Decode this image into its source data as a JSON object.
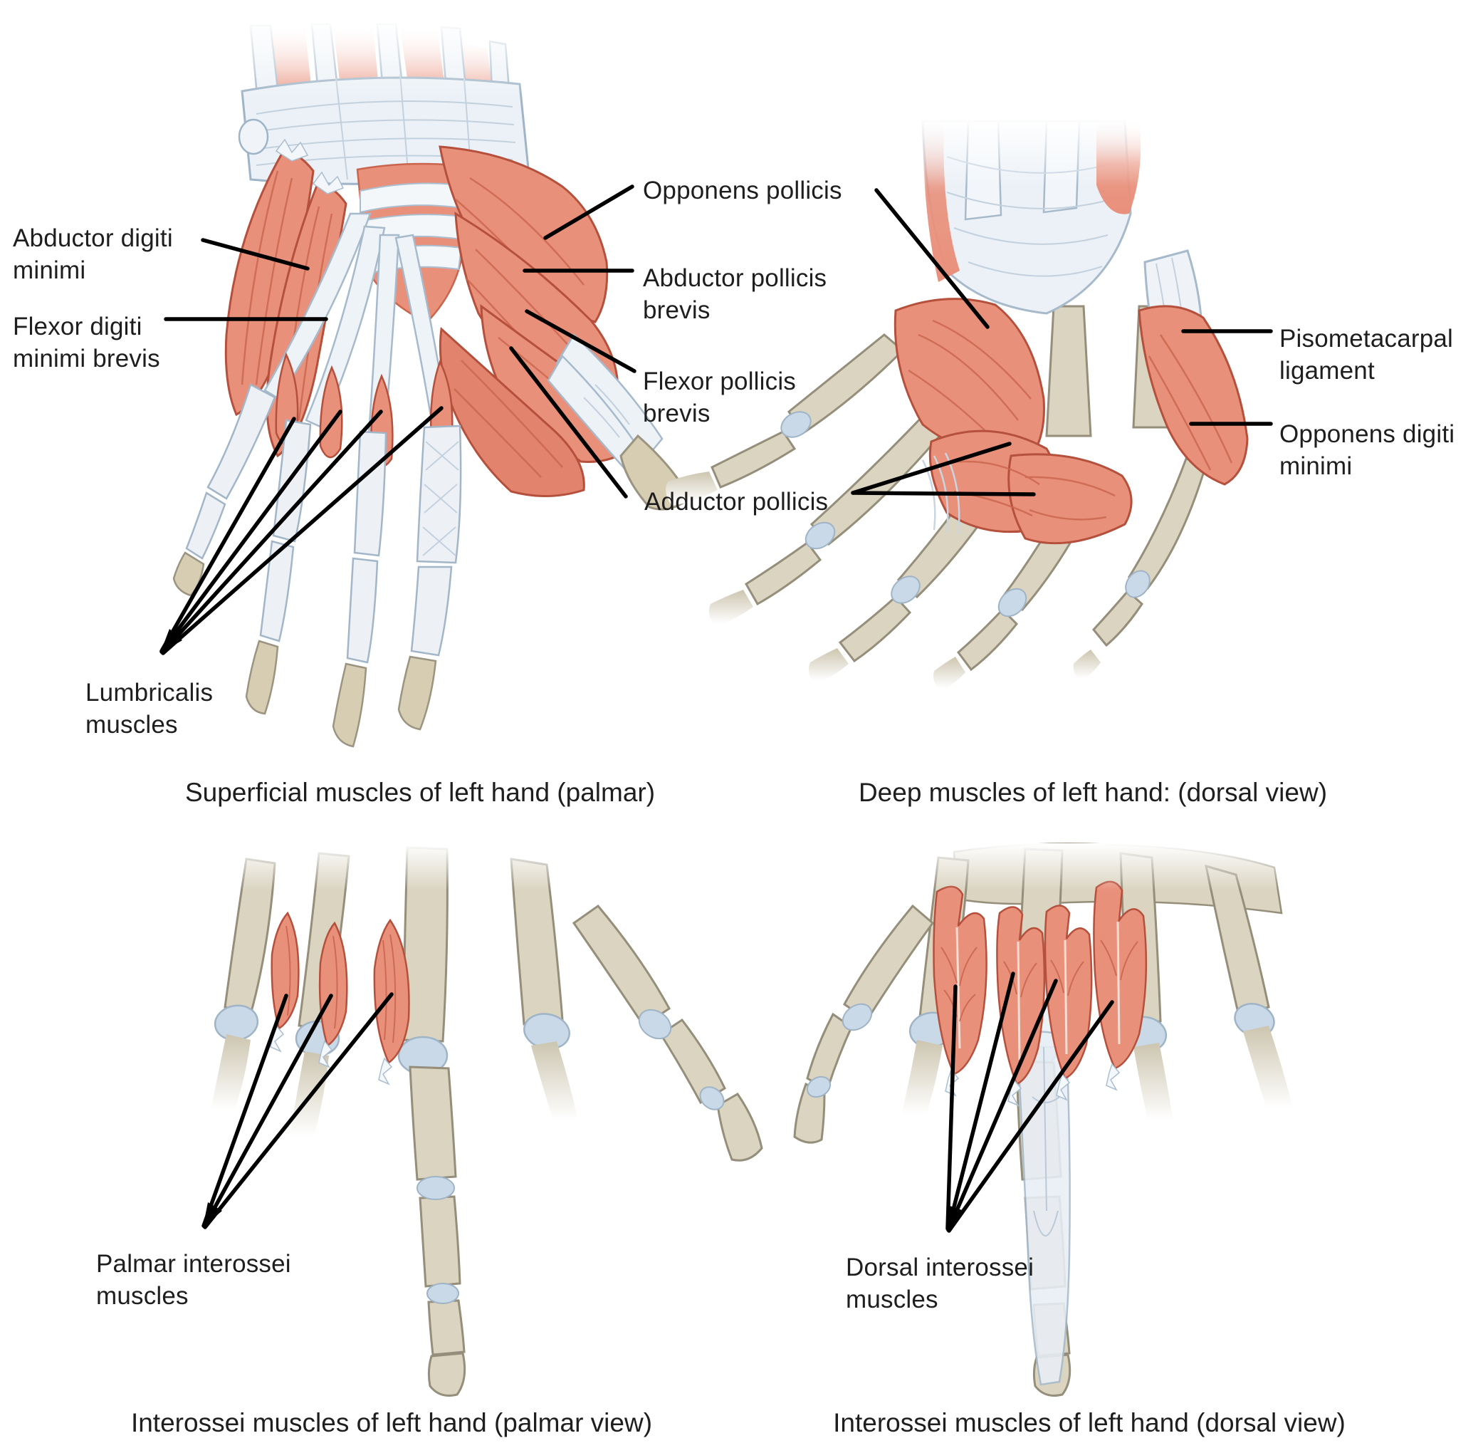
{
  "figure": {
    "labels": {
      "abductor_digiti_minimi": "Abductor digiti minimi",
      "flexor_digiti_minimi_brevis": "Flexor digiti minimi brevis",
      "opponens_pollicis": "Opponens pollicis",
      "abductor_pollicis_brevis": "Abductor pollicis brevis",
      "flexor_pollicis_brevis": "Flexor pollicis brevis",
      "adductor_pollicis": "Adductor pollicis",
      "lumbricalis_muscles": "Lumbricalis muscles",
      "pisometacarpal_ligament": "Pisometacarpal ligament",
      "opponens_digiti_minimi": "Opponens digiti minimi",
      "palmar_interossei_muscles": "Palmar interossei muscles",
      "dorsal_interossei_muscles": "Dorsal interossei muscles"
    },
    "captions": {
      "superficial_palmar": "Superficial muscles of left hand (palmar)",
      "deep_dorsal": "Deep muscles of left hand: (dorsal view)",
      "interossei_palmar": "Interossei muscles of left hand (palmar view)",
      "interossei_dorsal": "Interossei muscles of left hand (dorsal view)"
    },
    "colors": {
      "muscle_fill": "#E9907B",
      "muscle_shade": "#D9755D",
      "muscle_outline": "#B5503C",
      "tendon_fill": "#EDF2F7",
      "tendon_outline": "#A6BACC",
      "bone_fill": "#DAD4C1",
      "bone_outline": "#948E7B",
      "joint_fill": "#C9D9E8",
      "leader_line": "#000000",
      "text": "#1E1E1E",
      "background": "#FFFFFF"
    }
  }
}
